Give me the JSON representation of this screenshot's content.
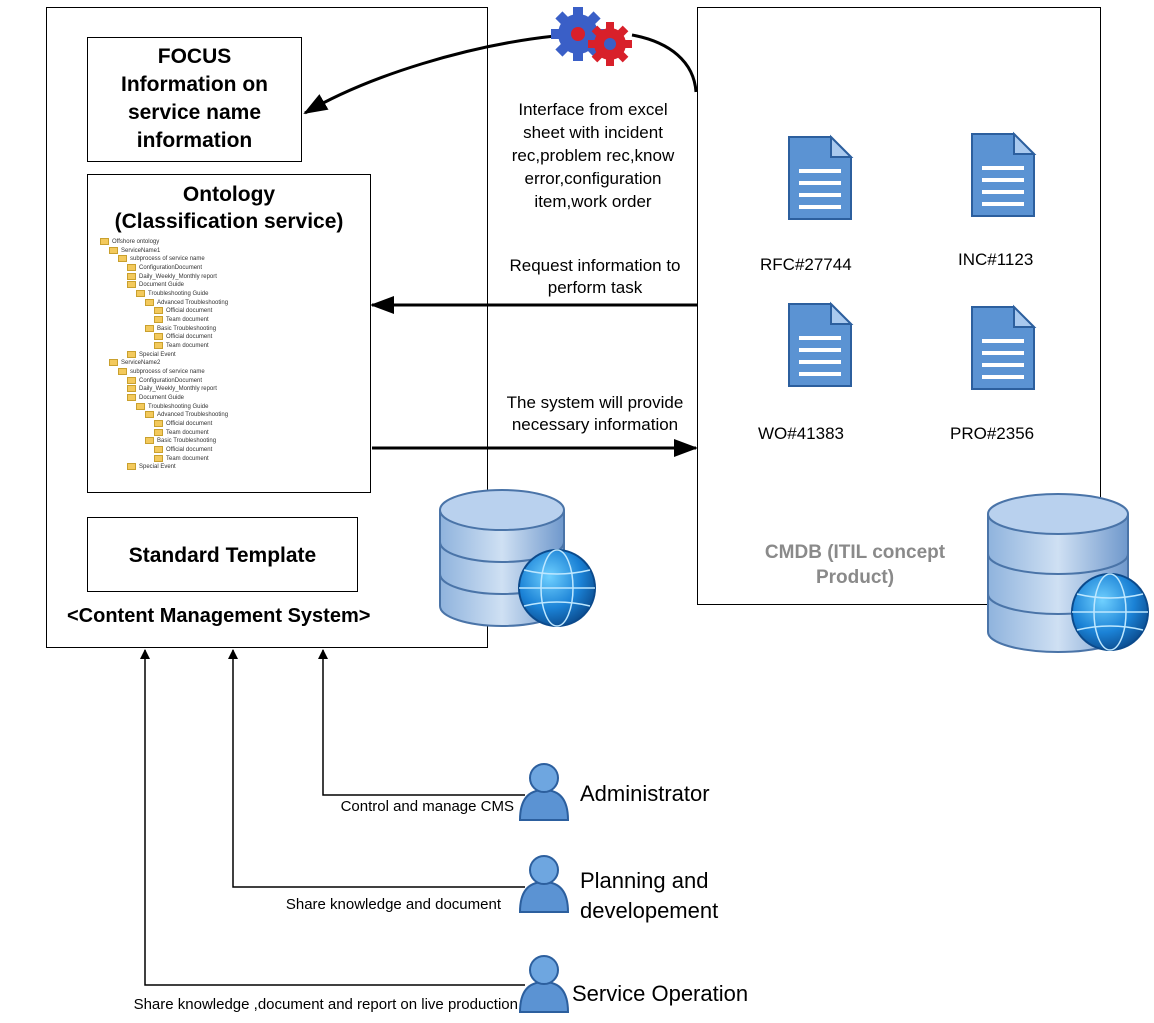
{
  "cms": {
    "focus_title": "FOCUS",
    "focus_lines": [
      "Information on",
      "service name",
      "information"
    ],
    "ontology_title": "Ontology",
    "ontology_subtitle": "(Classification service)",
    "template_label": "Standard Template",
    "system_label": "<Content Management System>"
  },
  "ontology_tree": [
    {
      "depth": 0,
      "text": "Offshore ontology"
    },
    {
      "depth": 1,
      "text": "ServiceName1"
    },
    {
      "depth": 2,
      "text": "subprocess of service name"
    },
    {
      "depth": 3,
      "text": "ConfigurationDocument"
    },
    {
      "depth": 3,
      "text": "Daily_Weekly_Monthly report"
    },
    {
      "depth": 3,
      "text": "Document Guide"
    },
    {
      "depth": 4,
      "text": "Troubleshooting Guide"
    },
    {
      "depth": 5,
      "text": "Advanced Troubleshooting"
    },
    {
      "depth": 6,
      "text": "Official document"
    },
    {
      "depth": 6,
      "text": "Team document"
    },
    {
      "depth": 5,
      "text": "Basic Troubleshooting"
    },
    {
      "depth": 6,
      "text": "Official document"
    },
    {
      "depth": 6,
      "text": "Team document"
    },
    {
      "depth": 3,
      "text": "Special Event"
    },
    {
      "depth": 1,
      "text": "ServiceName2"
    },
    {
      "depth": 2,
      "text": "subprocess of service name"
    },
    {
      "depth": 3,
      "text": "ConfigurationDocument"
    },
    {
      "depth": 3,
      "text": "Daily_Weekly_Monthly report"
    },
    {
      "depth": 3,
      "text": "Document Guide"
    },
    {
      "depth": 4,
      "text": "Troubleshooting Guide"
    },
    {
      "depth": 5,
      "text": "Advanced Troubleshooting"
    },
    {
      "depth": 6,
      "text": "Official document"
    },
    {
      "depth": 6,
      "text": "Team document"
    },
    {
      "depth": 5,
      "text": "Basic Troubleshooting"
    },
    {
      "depth": 6,
      "text": "Official document"
    },
    {
      "depth": 6,
      "text": "Team document"
    },
    {
      "depth": 3,
      "text": "Special Event"
    }
  ],
  "interface_lines": [
    "Interface from excel",
    "sheet with incident",
    "rec,problem rec,know",
    "error,configuration",
    "item,work order"
  ],
  "request_lines": [
    "Request information to",
    "perform task"
  ],
  "provide_lines": [
    "The system will provide",
    "necessary information"
  ],
  "cmdb": {
    "docs": [
      "RFC#27744",
      "INC#1123",
      "WO#41383",
      "PRO#2356"
    ],
    "label_lines": [
      "CMDB (ITIL concept",
      "Product)"
    ]
  },
  "actors": [
    {
      "name_lines": [
        "Administrator"
      ],
      "edge_label": "Control and manage CMS"
    },
    {
      "name_lines": [
        "Planning and",
        "developement"
      ],
      "edge_label": "Share knowledge and document"
    },
    {
      "name_lines": [
        "Service Operation"
      ],
      "edge_label": "Share knowledge ,document and report on live production"
    }
  ],
  "colors": {
    "doc_blue": "#4a86c8",
    "db_blue": "#5b8ec9",
    "gear_red": "#d8202a",
    "gear_blue": "#3a5fc7",
    "cmdb_gray": "#8a8a8a"
  }
}
